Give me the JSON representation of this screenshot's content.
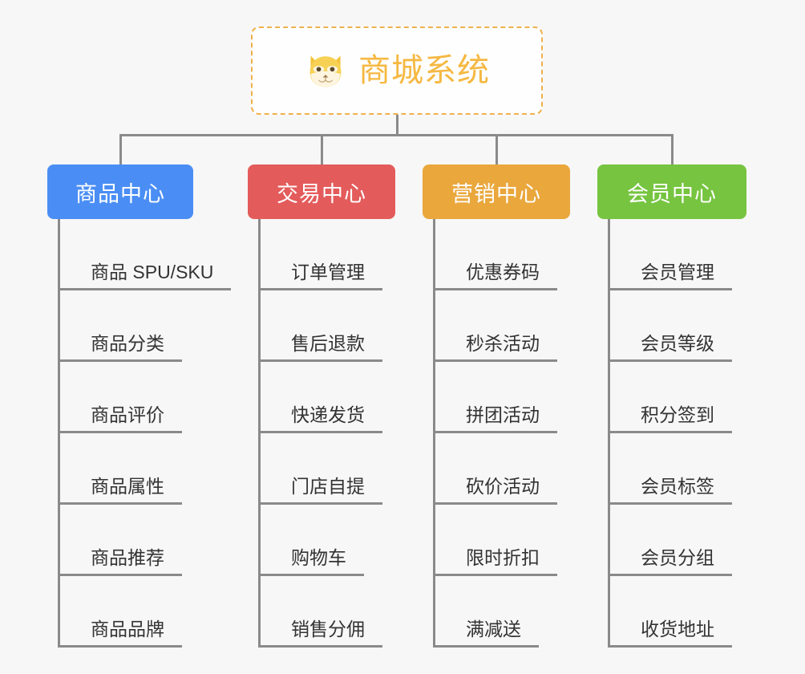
{
  "diagram": {
    "type": "org-chart",
    "background_color": "#f7f7f7",
    "line_color": "#8a8a8a"
  },
  "root": {
    "title": "商城系统",
    "icon": "shiba-dog-face-icon",
    "text_color": "#f5b841",
    "border_color": "#f0b14b",
    "background_color": "#fefefe"
  },
  "branches": [
    {
      "label": "商品中心",
      "color": "#4a8ef5",
      "items": [
        "商品 SPU/SKU",
        "商品分类",
        "商品评价",
        "商品属性",
        "商品推荐",
        "商品品牌"
      ]
    },
    {
      "label": "交易中心",
      "color": "#e45b5b",
      "items": [
        "订单管理",
        "售后退款",
        "快递发货",
        "门店自提",
        "购物车",
        "销售分佣"
      ]
    },
    {
      "label": "营销中心",
      "color": "#eaa73c",
      "items": [
        "优惠券码",
        "秒杀活动",
        "拼团活动",
        "砍价活动",
        "限时折扣",
        "满减送"
      ]
    },
    {
      "label": "会员中心",
      "color": "#76c440",
      "items": [
        "会员管理",
        "会员等级",
        "积分签到",
        "会员标签",
        "会员分组",
        "收货地址"
      ]
    }
  ]
}
